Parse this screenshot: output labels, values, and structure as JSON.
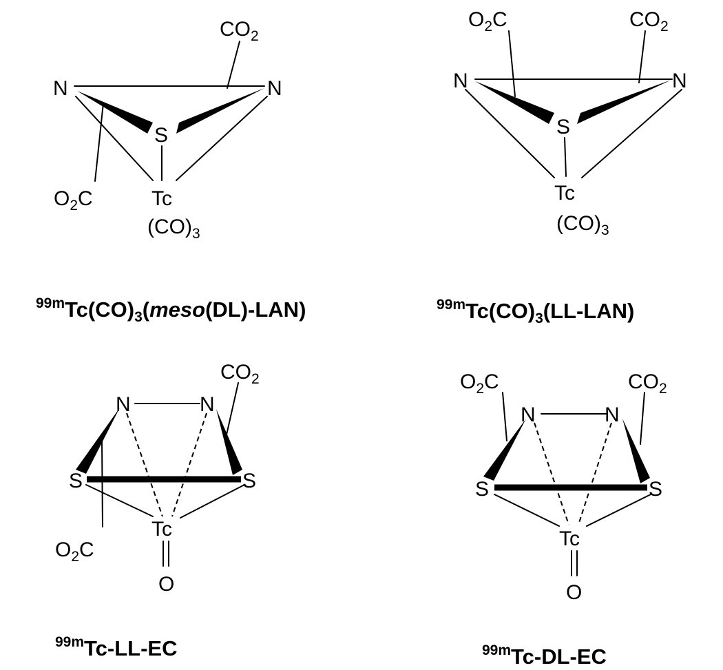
{
  "structures": [
    {
      "id": "meso-lan",
      "atoms": {
        "co2_top": {
          "main": "CO",
          "sub": "2"
        },
        "n_left": "N",
        "n_right": "N",
        "s": "S",
        "o2c": {
          "pre": "O",
          "sub": "2",
          "post": "C"
        },
        "tc": "Tc",
        "co3": {
          "main": "(CO)",
          "sub": "3"
        }
      },
      "caption": {
        "sup": "99m",
        "main1": "Tc(CO)",
        "sub": "3",
        "paren": "(",
        "italic": "meso",
        "main2": "(DL)-LAN)"
      }
    },
    {
      "id": "ll-lan",
      "atoms": {
        "o2c_top": {
          "pre": "O",
          "sub": "2",
          "post": "C"
        },
        "co2_top": {
          "main": "CO",
          "sub": "2"
        },
        "n_left": "N",
        "n_right": "N",
        "s": "S",
        "tc": "Tc",
        "co3": {
          "main": "(CO)",
          "sub": "3"
        }
      },
      "caption": {
        "sup": "99m",
        "main1": "Tc(CO)",
        "sub": "3",
        "main2": "(LL-LAN)"
      }
    },
    {
      "id": "ll-ec",
      "atoms": {
        "co2_top": {
          "main": "CO",
          "sub": "2"
        },
        "n_left": "N",
        "n_right": "N",
        "s_left": "S",
        "s_right": "S",
        "tc": "Tc",
        "o2c": {
          "pre": "O",
          "sub": "2",
          "post": "C"
        },
        "o": "O"
      },
      "caption": {
        "sup": "99m",
        "main": "Tc-LL-EC"
      }
    },
    {
      "id": "dl-ec",
      "atoms": {
        "o2c_top": {
          "pre": "O",
          "sub": "2",
          "post": "C"
        },
        "co2_top": {
          "main": "CO",
          "sub": "2"
        },
        "n_left": "N",
        "n_right": "N",
        "s_left": "S",
        "s_right": "S",
        "tc": "Tc",
        "o": "O"
      },
      "caption": {
        "sup": "99m",
        "main": "Tc-DL-EC"
      }
    }
  ]
}
